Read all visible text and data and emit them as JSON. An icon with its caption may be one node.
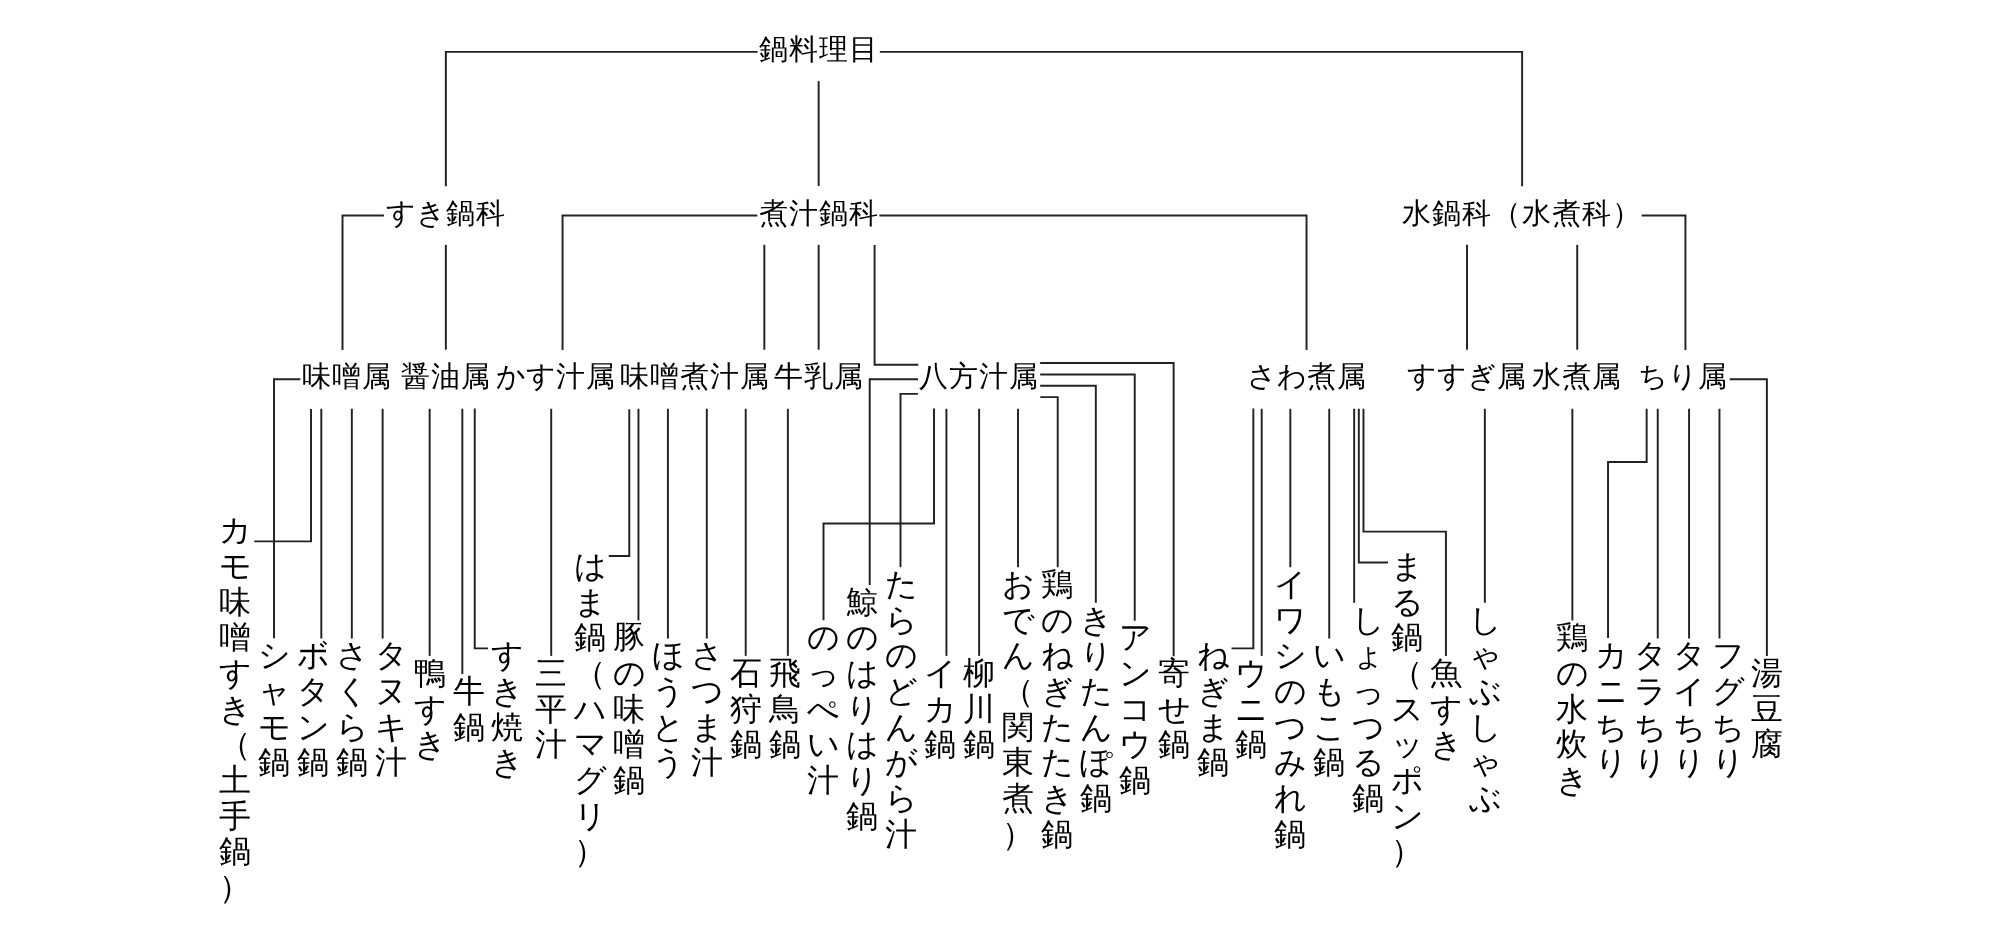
{
  "diagram": {
    "nodes": [
      {
        "text": [
          "鍋料理目"
        ]
      },
      {
        "text": [
          "すき鍋科"
        ]
      },
      {
        "text": [
          "煮汁鍋科"
        ]
      },
      {
        "text": [
          "水鍋科（水煮科）"
        ]
      },
      {
        "text": [
          "味噌属"
        ]
      },
      {
        "text": [
          "醤油属"
        ]
      },
      {
        "text": [
          "かす汁属"
        ]
      },
      {
        "text": [
          "味噌煮汁属"
        ]
      },
      {
        "text": [
          "牛乳属"
        ]
      },
      {
        "text": [
          "八方汁属"
        ]
      },
      {
        "text": [
          "さわ煮属"
        ]
      },
      {
        "text": [
          "すすぎ属"
        ]
      },
      {
        "text": [
          "水煮属"
        ]
      },
      {
        "text": [
          "ちり属"
        ]
      },
      {
        "text": [
          "カモ味噌すき（土手鍋）"
        ]
      },
      {
        "text": [
          "シャモ鍋"
        ]
      },
      {
        "text": [
          "ボタン鍋"
        ]
      },
      {
        "text": [
          "さくら鍋"
        ]
      },
      {
        "text": [
          "タヌキ汁"
        ]
      },
      {
        "text": [
          "鴨すき"
        ]
      },
      {
        "text": [
          "牛鍋"
        ]
      },
      {
        "text": [
          "すき焼き"
        ]
      },
      {
        "text": [
          "三平汁"
        ]
      },
      {
        "text": [
          "はま鍋（ハマグリ）"
        ]
      },
      {
        "text": [
          "豚の味噌鍋"
        ]
      },
      {
        "text": [
          "ほうとう"
        ]
      },
      {
        "text": [
          "さつま汁"
        ]
      },
      {
        "text": [
          "石狩鍋"
        ]
      },
      {
        "text": [
          "飛鳥鍋"
        ]
      },
      {
        "text": [
          "のっぺい汁"
        ]
      },
      {
        "text": [
          "鯨のはりはり鍋"
        ]
      },
      {
        "text": [
          "たらのどんがら汁"
        ]
      },
      {
        "text": [
          "イカ鍋"
        ]
      },
      {
        "text": [
          "柳川鍋"
        ]
      },
      {
        "text": [
          "おでん（関東煮）"
        ]
      },
      {
        "text": [
          "鶏のねぎたたき鍋"
        ]
      },
      {
        "text": [
          "きりたんぽ鍋"
        ]
      },
      {
        "text": [
          "アンコウ鍋"
        ]
      },
      {
        "text": [
          "寄せ鍋"
        ]
      },
      {
        "text": [
          "ねぎま鍋"
        ]
      },
      {
        "text": [
          "ウニ鍋"
        ]
      },
      {
        "text": [
          "イワシのつみれ鍋"
        ]
      },
      {
        "text": [
          "いもこ鍋"
        ]
      },
      {
        "text": [
          "しょっつる鍋"
        ]
      },
      {
        "text": [
          "まる鍋（スッポン）"
        ]
      },
      {
        "text": [
          "魚すき"
        ]
      },
      {
        "text": [
          "しゃぶしゃぶ"
        ]
      },
      {
        "text": [
          "鶏の水炊き"
        ]
      },
      {
        "text": [
          "カニちり"
        ]
      },
      {
        "text": [
          "タラちり"
        ]
      },
      {
        "text": [
          "タイちり"
        ]
      },
      {
        "text": [
          "フグちり"
        ]
      },
      {
        "text": [
          "湯豆腐"
        ]
      }
    ],
    "edges": [
      {
        "from": 0,
        "to": 1,
        "arrow": "none"
      },
      {
        "from": 0,
        "to": 2,
        "arrow": "none"
      },
      {
        "from": 0,
        "to": 3,
        "arrow": "none"
      },
      {
        "from": 1,
        "to": 4,
        "arrow": "none"
      },
      {
        "from": 1,
        "to": 5,
        "arrow": "none"
      },
      {
        "from": 2,
        "to": 6,
        "arrow": "none"
      },
      {
        "from": 2,
        "to": 7,
        "arrow": "none"
      },
      {
        "from": 2,
        "to": 8,
        "arrow": "none"
      },
      {
        "from": 2,
        "to": 9,
        "arrow": "none"
      },
      {
        "from": 2,
        "to": 10,
        "arrow": "none"
      },
      {
        "from": 3,
        "to": 11,
        "arrow": "none"
      },
      {
        "from": 3,
        "to": 12,
        "arrow": "none"
      },
      {
        "from": 3,
        "to": 13,
        "arrow": "none"
      },
      {
        "from": 4,
        "to": 14,
        "arrow": "none"
      },
      {
        "from": 4,
        "to": 15,
        "arrow": "none"
      },
      {
        "from": 4,
        "to": 16,
        "arrow": "none"
      },
      {
        "from": 4,
        "to": 17,
        "arrow": "none"
      },
      {
        "from": 4,
        "to": 18,
        "arrow": "none"
      },
      {
        "from": 5,
        "to": 19,
        "arrow": "none"
      },
      {
        "from": 5,
        "to": 20,
        "arrow": "none"
      },
      {
        "from": 5,
        "to": 21,
        "arrow": "none"
      },
      {
        "from": 6,
        "to": 22,
        "arrow": "none"
      },
      {
        "from": 7,
        "to": 23,
        "arrow": "none"
      },
      {
        "from": 7,
        "to": 24,
        "arrow": "none"
      },
      {
        "from": 7,
        "to": 25,
        "arrow": "none"
      },
      {
        "from": 7,
        "to": 26,
        "arrow": "none"
      },
      {
        "from": 7,
        "to": 27,
        "arrow": "none"
      },
      {
        "from": 8,
        "to": 28,
        "arrow": "none"
      },
      {
        "from": 9,
        "to": 29,
        "arrow": "none"
      },
      {
        "from": 9,
        "to": 30,
        "arrow": "none"
      },
      {
        "from": 9,
        "to": 31,
        "arrow": "none"
      },
      {
        "from": 9,
        "to": 32,
        "arrow": "none"
      },
      {
        "from": 9,
        "to": 33,
        "arrow": "none"
      },
      {
        "from": 9,
        "to": 34,
        "arrow": "none"
      },
      {
        "from": 9,
        "to": 35,
        "arrow": "none"
      },
      {
        "from": 9,
        "to": 36,
        "arrow": "none"
      },
      {
        "from": 9,
        "to": 37,
        "arrow": "none"
      },
      {
        "from": 9,
        "to": 38,
        "arrow": "none"
      },
      {
        "from": 10,
        "to": 39,
        "arrow": "none"
      },
      {
        "from": 10,
        "to": 40,
        "arrow": "none"
      },
      {
        "from": 10,
        "to": 41,
        "arrow": "none"
      },
      {
        "from": 10,
        "to": 42,
        "arrow": "none"
      },
      {
        "from": 10,
        "to": 43,
        "arrow": "none"
      },
      {
        "from": 10,
        "to": 44,
        "arrow": "none"
      },
      {
        "from": 10,
        "to": 45,
        "arrow": "none"
      },
      {
        "from": 11,
        "to": 46,
        "arrow": "none"
      },
      {
        "from": 12,
        "to": 47,
        "arrow": "none"
      },
      {
        "from": 13,
        "to": 48,
        "arrow": "none"
      },
      {
        "from": 13,
        "to": 49,
        "arrow": "none"
      },
      {
        "from": 13,
        "to": 50,
        "arrow": "none"
      },
      {
        "from": 13,
        "to": 51,
        "arrow": "none"
      },
      {
        "from": 13,
        "to": 52,
        "arrow": "none"
      }
    ]
  }
}
